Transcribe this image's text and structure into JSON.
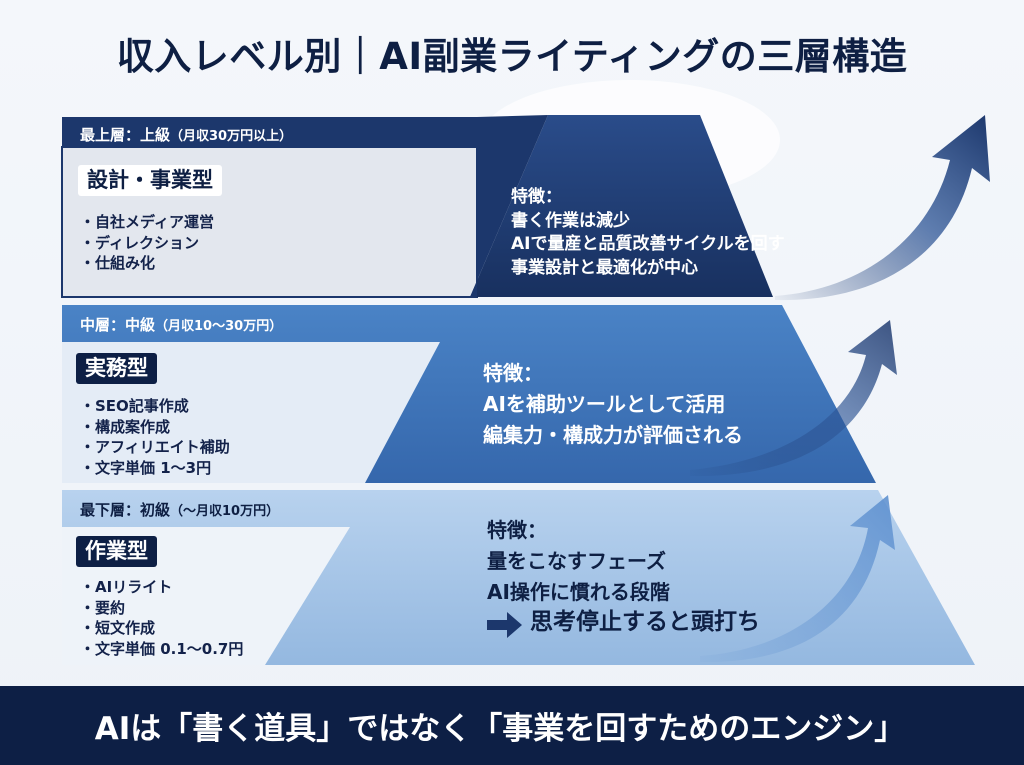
{
  "title": "収入レベル別｜AI副業ライティングの三層構造",
  "tiers": [
    {
      "label_main": "最上層：上級",
      "label_sub": "（月収30万円以上）",
      "badge": "設計・事業型",
      "items": [
        "・自社メディア運営",
        "・ディレクション",
        "・仕組み化"
      ],
      "features_heading": "特徴：",
      "features": [
        "書く作業は減少",
        "AIで量産と品質改善サイクルを回す",
        "事業設計と最適化が中心"
      ]
    },
    {
      "label_main": "中層：中級",
      "label_sub": "（月収10〜30万円）",
      "badge": "実務型",
      "items": [
        "・SEO記事作成",
        "・構成案作成",
        "・アフィリエイト補助",
        "・文字単価 1〜3円"
      ],
      "features_heading": "特徴：",
      "features": [
        "AIを補助ツールとして活用",
        "編集力・構成力が評価される"
      ]
    },
    {
      "label_main": "最下層：初級",
      "label_sub": "（〜月収10万円）",
      "badge": "作業型",
      "items": [
        "・AIリライト",
        "・要約",
        "・短文作成",
        "・文字単価 0.1〜0.7円"
      ],
      "features_heading": "特徴：",
      "features": [
        "量をこなすフェーズ",
        "AI操作に慣れる段階"
      ],
      "warning": "思考停止すると頭打ち"
    }
  ],
  "footer": "AIは「書く道具」ではなく「事業を回すためのエンジン」",
  "icons": {
    "growth_arrow": "growth-arrow-icon",
    "warning_arrow": "right-arrow-icon",
    "footer_decoration": "sparkle-icon"
  },
  "colors": {
    "navy": "#0d1f45",
    "top_tier": "#1c376c",
    "middle_tier": "#3b72b7",
    "bottom_tier": "#a4c4e6"
  }
}
